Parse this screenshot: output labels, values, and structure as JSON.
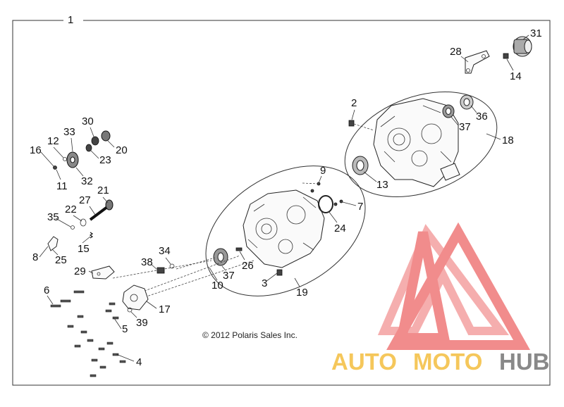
{
  "diagram": {
    "assembly_number": "1",
    "copyright": "© 2012 Polaris Sales Inc.",
    "callouts": [
      "2",
      "3",
      "4",
      "5",
      "6",
      "7",
      "8",
      "9",
      "10",
      "11",
      "12",
      "13",
      "14",
      "15",
      "16",
      "17",
      "18",
      "19",
      "20",
      "21",
      "22",
      "23",
      "24",
      "25",
      "26",
      "27",
      "28",
      "29",
      "30",
      "31",
      "32",
      "33",
      "34",
      "35",
      "36",
      "37",
      "37",
      "38",
      "39"
    ]
  },
  "watermark": {
    "brand_part1": "AUTO",
    "brand_part2": "MOTO",
    "brand_part3": "HUB",
    "colors": {
      "red": "#f08080",
      "yellow": "#f5c24a",
      "gray": "#7d7d7d"
    }
  }
}
